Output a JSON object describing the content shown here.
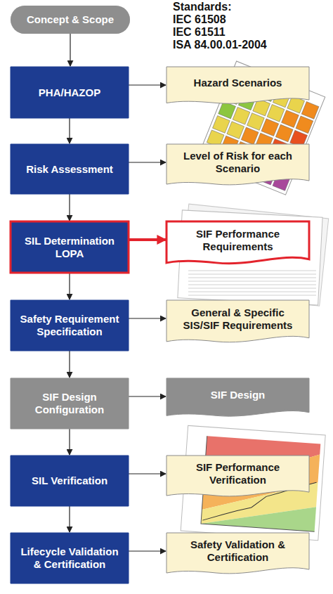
{
  "diagram": {
    "nodes": [
      {
        "text": [
          "Concept & Scope"
        ]
      },
      {
        "text": [
          "PHA/HAZOP"
        ]
      },
      {
        "text": [
          "Hazard Scenarios"
        ]
      },
      {
        "text": [
          "Risk Assessment"
        ]
      },
      {
        "text": [
          "Level of Risk for each Scenario"
        ]
      },
      {
        "text": [
          "SIL Determination LOPA"
        ]
      },
      {
        "text": [
          "SIF Performance Requirements"
        ]
      },
      {
        "text": [
          "Safety Requirement Specification"
        ]
      },
      {
        "text": [
          "General & Specific SIS/SIF Requirements"
        ]
      },
      {
        "text": [
          "SIF Design Configuration"
        ]
      },
      {
        "text": [
          "SIF Design"
        ]
      },
      {
        "text": [
          "SIL Verification"
        ]
      },
      {
        "text": [
          "SIF Performance Verification"
        ]
      },
      {
        "text": [
          "Lifecycle Validation & Certification"
        ]
      },
      {
        "text": [
          "Safety Validation & Certification"
        ]
      }
    ],
    "edges": [
      {
        "from": 0,
        "to": 1,
        "arrow": "to"
      },
      {
        "from": 1,
        "to": 2,
        "arrow": "to"
      },
      {
        "from": 1,
        "to": 3,
        "arrow": "to"
      },
      {
        "from": 3,
        "to": 4,
        "arrow": "to"
      },
      {
        "from": 3,
        "to": 5,
        "arrow": "to"
      },
      {
        "from": 5,
        "to": 6,
        "arrow": "to"
      },
      {
        "from": 5,
        "to": 7,
        "arrow": "to"
      },
      {
        "from": 7,
        "to": 8,
        "arrow": "to"
      },
      {
        "from": 7,
        "to": 9,
        "arrow": "to"
      },
      {
        "from": 9,
        "to": 10,
        "arrow": "to"
      },
      {
        "from": 9,
        "to": 11,
        "arrow": "to"
      },
      {
        "from": 11,
        "to": 12,
        "arrow": "to"
      },
      {
        "from": 11,
        "to": 13,
        "arrow": "to"
      },
      {
        "from": 13,
        "to": 14,
        "arrow": "to"
      }
    ],
    "labels": [
      "Standards:",
      "IEC 61508",
      "IEC 61511",
      "ISA 84.00.01-2004"
    ]
  }
}
